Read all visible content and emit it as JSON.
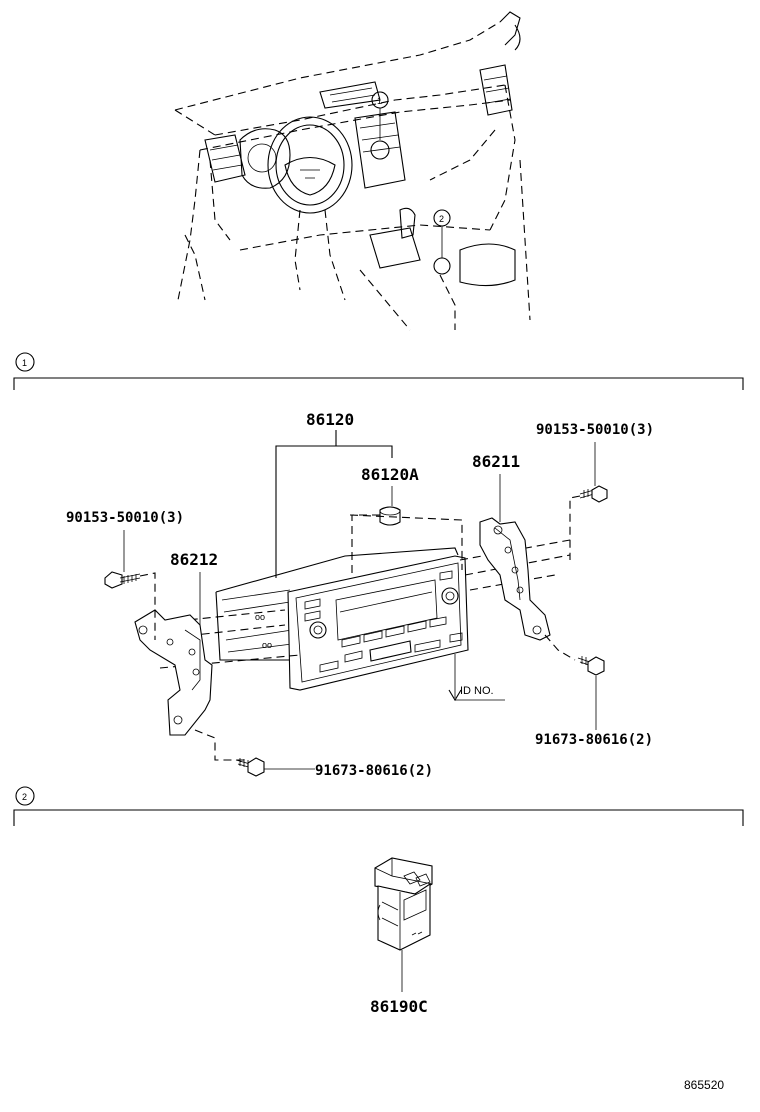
{
  "callouts": {
    "section1": "1",
    "section2": "2"
  },
  "parts": {
    "p86120": "86120",
    "p86120A": "86120A",
    "p86211": "86211",
    "p86212": "86212",
    "screw_90153_right": "90153-50010(3)",
    "screw_90153_left": "90153-50010(3)",
    "screw_91673_right": "91673-80616(2)",
    "screw_91673_bottom": "91673-80616(2)",
    "p86190C": "86190C"
  },
  "labels": {
    "id_no": "ID NO."
  },
  "reference_code": "865520"
}
